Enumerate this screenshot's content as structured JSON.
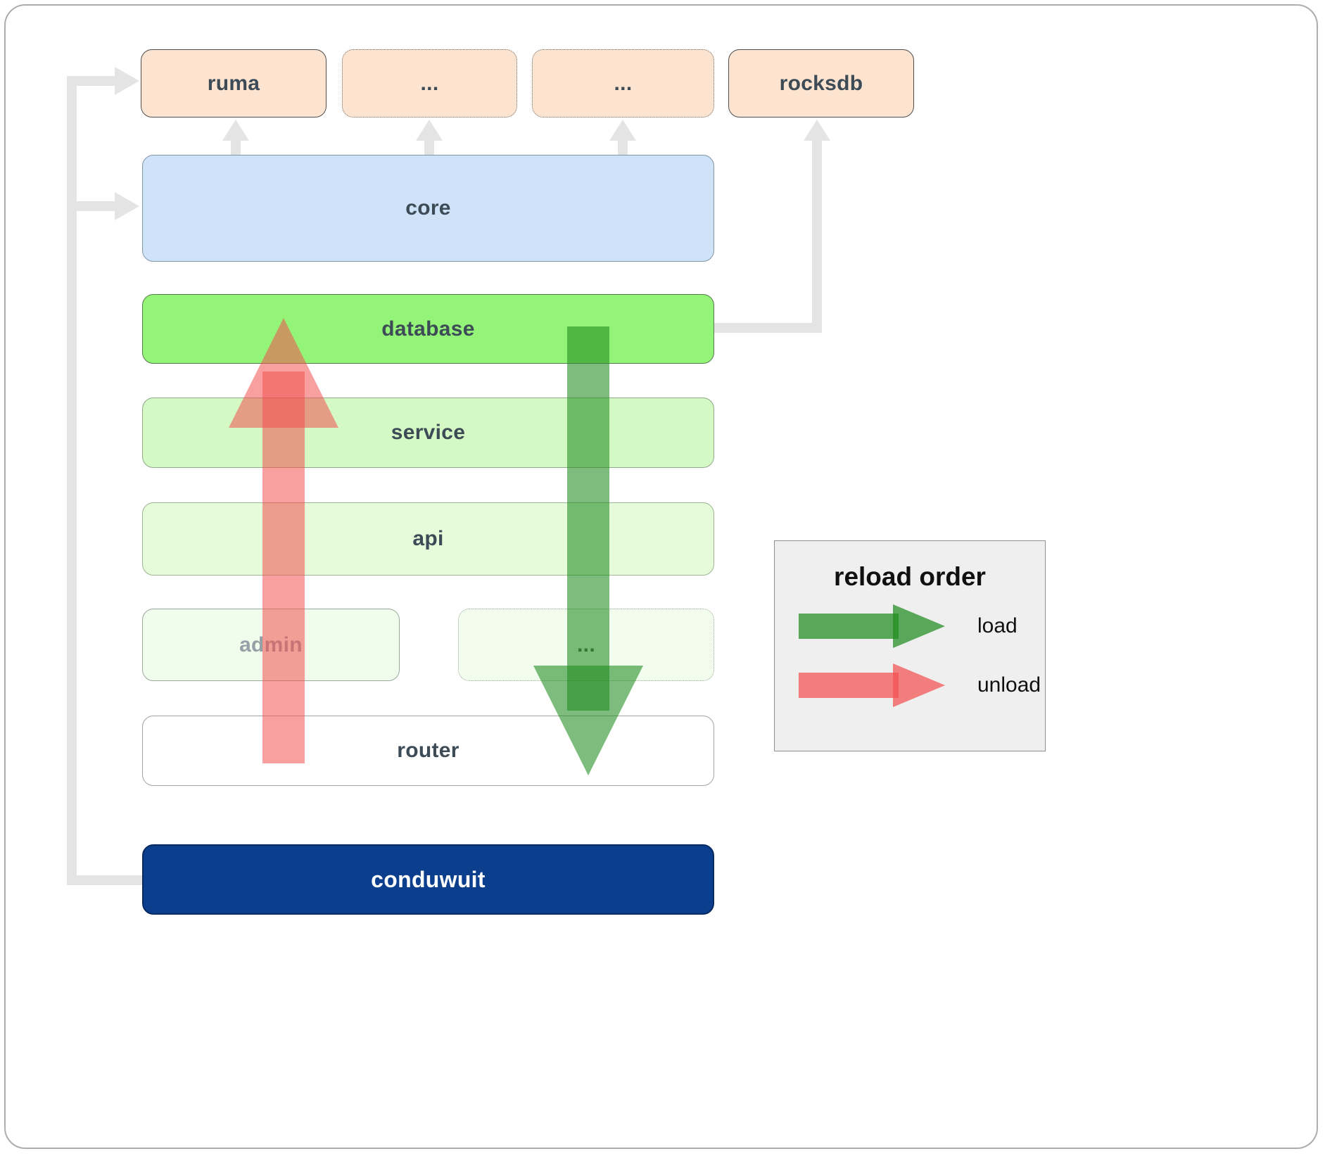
{
  "diagram": {
    "top_row": [
      {
        "label": "ruma",
        "style": "solid"
      },
      {
        "label": "...",
        "style": "dotted"
      },
      {
        "label": "...",
        "style": "dotted"
      },
      {
        "label": "rocksdb",
        "style": "solid"
      }
    ],
    "layers": {
      "core": {
        "label": "core"
      },
      "database": {
        "label": "database"
      },
      "service": {
        "label": "service"
      },
      "api": {
        "label": "api"
      },
      "admin": {
        "label": "admin"
      },
      "modules": {
        "label": "..."
      },
      "router": {
        "label": "router"
      },
      "conduwuit": {
        "label": "conduwuit"
      }
    },
    "legend": {
      "title": "reload order",
      "items": [
        {
          "label": "load",
          "color": "#1f8c1f"
        },
        {
          "label": "unload",
          "color": "#f25050"
        }
      ]
    },
    "colors": {
      "peach_box": "#fce4d0",
      "core_box": "#cfe3f8",
      "database_box": "#93f478",
      "service_box": "#d4f9c4",
      "api_box": "#e5fbd9",
      "admin_box": "#f1fdec",
      "router_box": "#ffffff",
      "conduwuit_box": "#0c3e8e",
      "load_arrow": "#1f8c1f",
      "unload_arrow": "#f25050",
      "dependency_arrow": "#e4e4e4",
      "legend_background": "#efefef"
    }
  }
}
